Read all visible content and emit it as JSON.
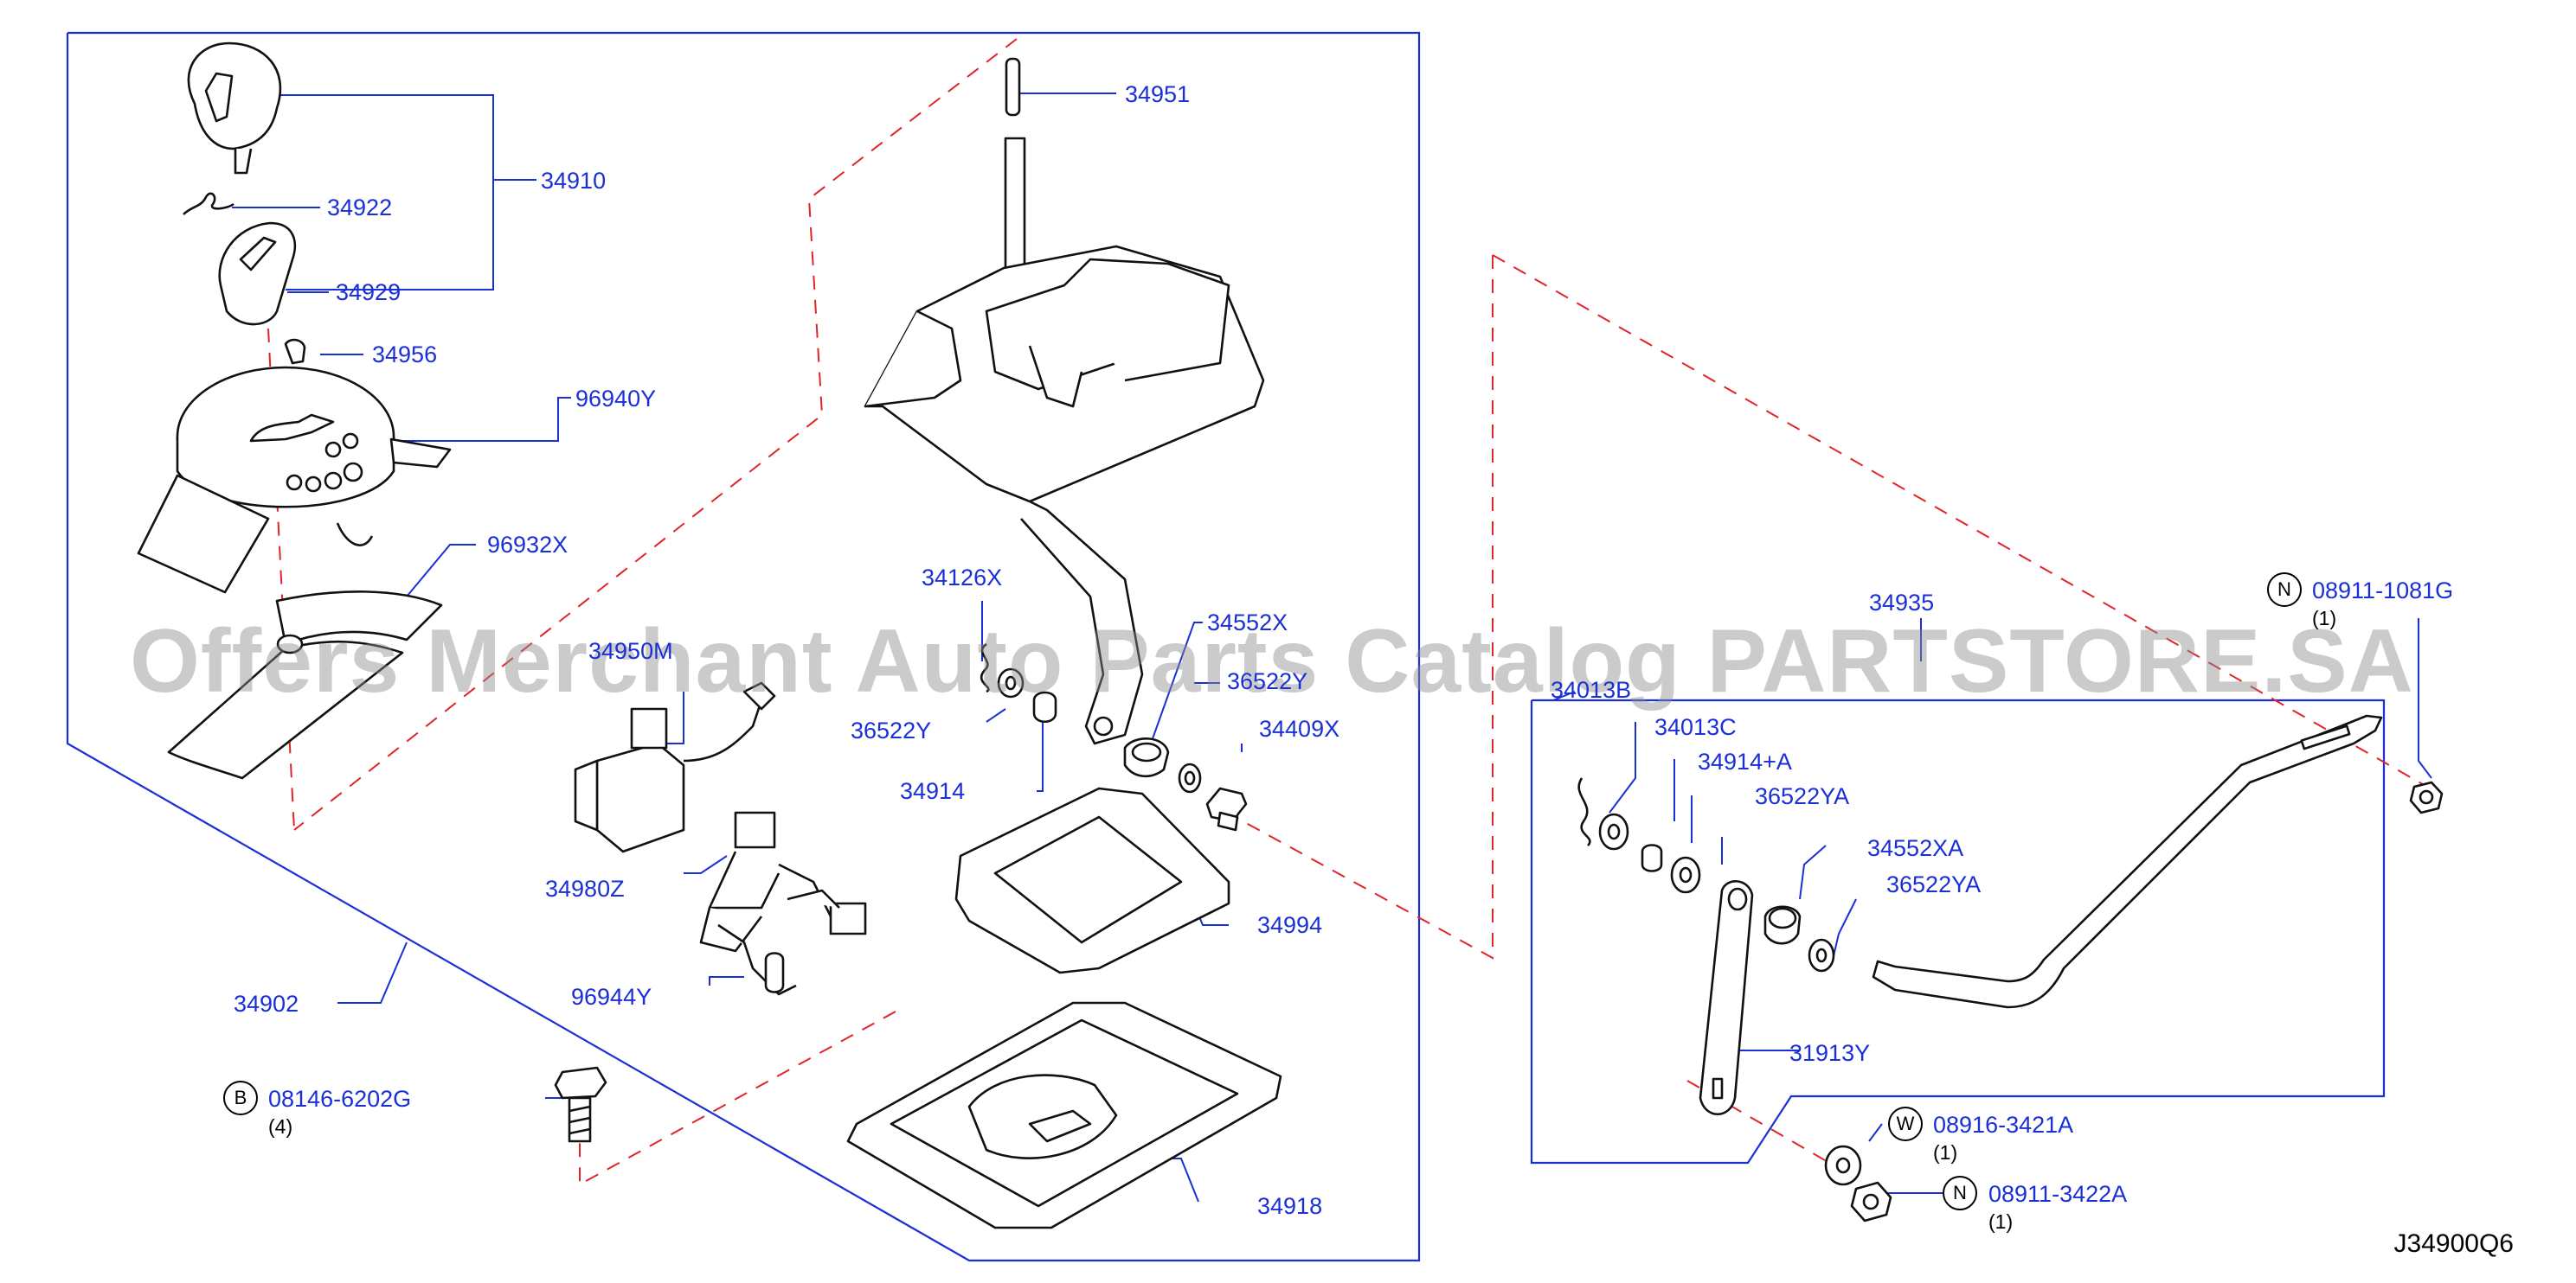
{
  "labels": {
    "p34951": "34951",
    "p34910": "34910",
    "p34922": "34922",
    "p34929": "34929",
    "p34956": "34956",
    "p96940Y": "96940Y",
    "p96932X": "96932X",
    "p34126X": "34126X",
    "p34552X": "34552X",
    "p36522Y_right": "36522Y",
    "p36522Y_left": "36522Y",
    "p34914": "34914",
    "p34409X": "34409X",
    "p34950M": "34950M",
    "p34980Z": "34980Z",
    "p96944Y": "96944Y",
    "p34994": "34994",
    "p34902": "34902",
    "p34918": "34918",
    "p34935": "34935",
    "p34013B": "34013B",
    "p34013C": "34013C",
    "p34914A": "34914+A",
    "p36522YA_1": "36522YA",
    "p34552XA": "34552XA",
    "p36522YA_2": "36522YA",
    "p31913Y": "31913Y",
    "p08911_1081G": "08911-1081G",
    "p08916_3421A": "08916-3421A",
    "p08911_3422A": "08911-3422A",
    "p08146_6202G": "08146-6202G"
  },
  "quantities": {
    "q08911_1081G": "(1)",
    "q08916_3421A": "(1)",
    "q08911_3422A": "(1)",
    "q08146_6202G": "(4)"
  },
  "badges": {
    "b08146": "B",
    "b08911_1081G": "N",
    "b08916": "W",
    "b08911_3422A": "N"
  },
  "diagram_code": "J34900Q6",
  "watermark": "Offers Merchant Auto Parts Catalog PARTSTORE.SA",
  "colors": {
    "label": "#1a2fd6",
    "leader": "#1a2fd6",
    "phantom_line": "#e0242a",
    "outline": "#111111"
  }
}
